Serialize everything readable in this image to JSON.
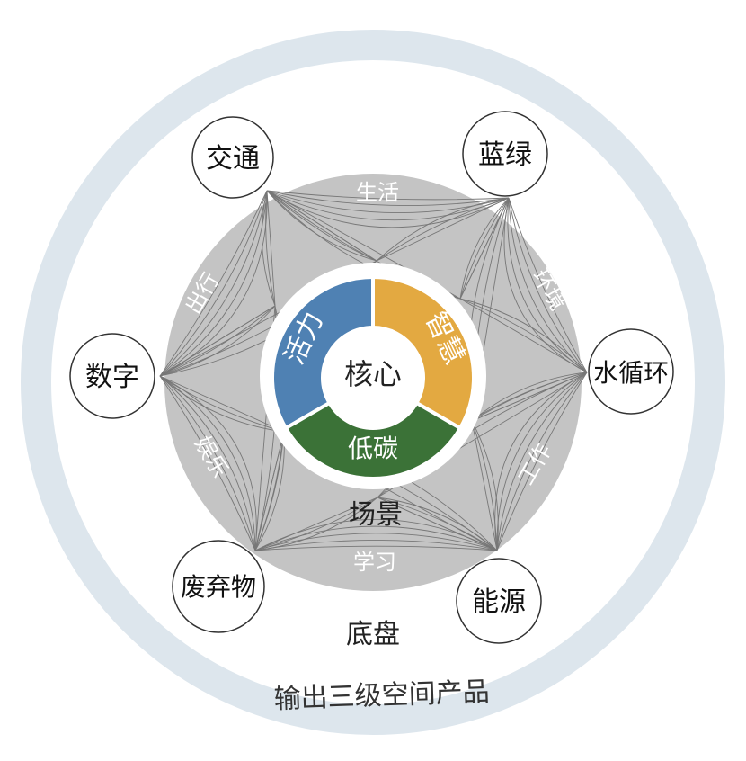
{
  "core": "核心",
  "segments": [
    {
      "label": "活力",
      "color": "#4f81b3"
    },
    {
      "label": "智慧",
      "color": "#e3a941"
    },
    {
      "label": "低碳",
      "color": "#3b7237"
    }
  ],
  "scenario_title": "场景",
  "scenarios": [
    "生活",
    "环境",
    "工作",
    "学习",
    "娱乐",
    "出行"
  ],
  "base_title": "底盘",
  "bases": [
    "交通",
    "蓝绿",
    "水循环",
    "能源",
    "废弃物",
    "数字"
  ],
  "output_title": "输出三级空间产品",
  "colors": {
    "outer_ring": "#dde6ed",
    "scenario_disk": "#c4c4c4",
    "mesh_lines": "#777777",
    "scenario_text": "#ffffff",
    "base_circle_border": "#333333"
  }
}
